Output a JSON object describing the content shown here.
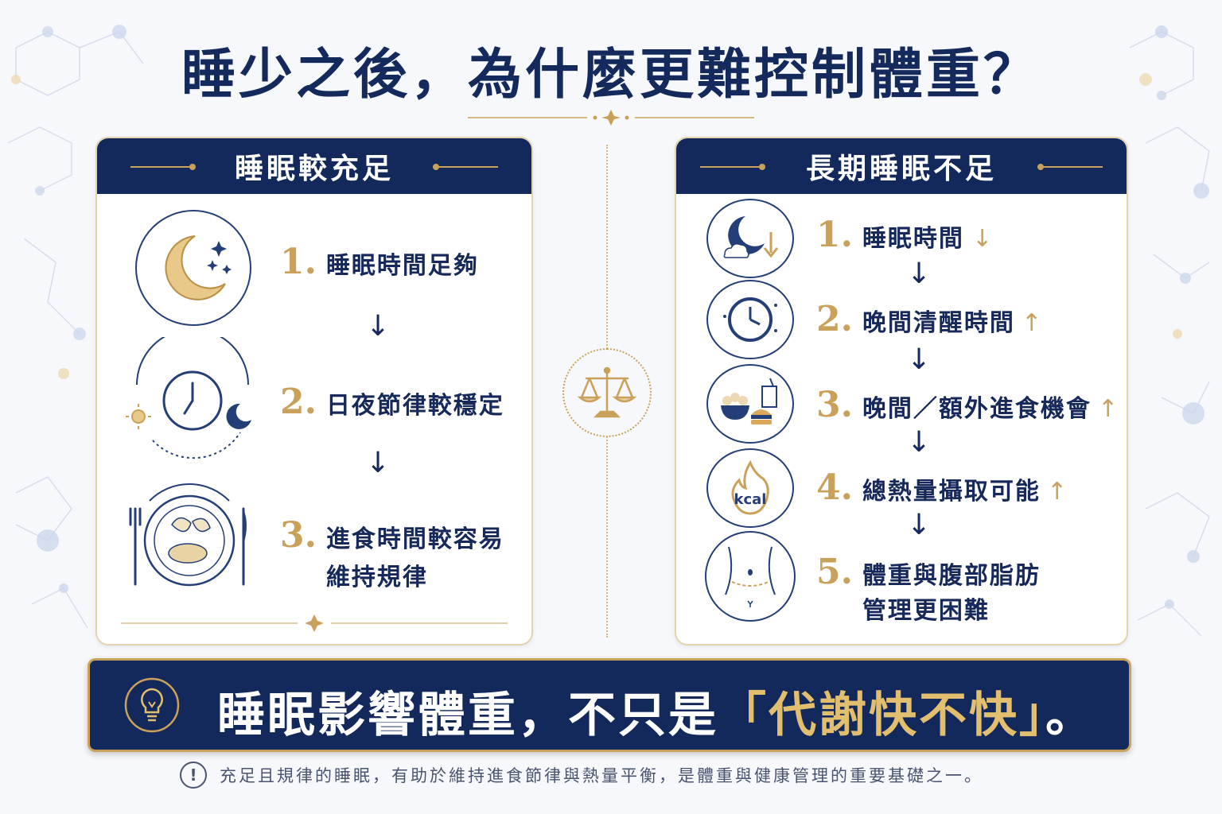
{
  "title": "睡少之後，為什麼更難控制體重？",
  "left_panel": {
    "header": "睡眠較充足",
    "steps": [
      {
        "num": "1.",
        "text": "睡眠時間足夠"
      },
      {
        "num": "2.",
        "text": "日夜節律較穩定"
      },
      {
        "num": "3.",
        "text_line1": "進食時間較容易",
        "text_line2": "維持規律"
      }
    ]
  },
  "right_panel": {
    "header": "長期睡眠不足",
    "steps": [
      {
        "num": "1.",
        "text": "睡眠時間",
        "arrow": "↓"
      },
      {
        "num": "2.",
        "text": "晚間清醒時間",
        "arrow": "↑"
      },
      {
        "num": "3.",
        "text": "晚間／額外進食機會",
        "arrow": "↑"
      },
      {
        "num": "4.",
        "text": "總熱量攝取可能",
        "arrow": "↑"
      },
      {
        "num": "5.",
        "text_line1": "體重與腹部脂肪",
        "text_line2": "管理更困難"
      }
    ],
    "kcal_label": "kcal"
  },
  "arrow_glyph": "↓",
  "banner": {
    "text_main": "睡眠影響體重，不只是",
    "text_highlight": "「代謝快不快」",
    "text_end": "。"
  },
  "note": {
    "icon": "!",
    "text": "充足且規律的睡眠，有助於維持進食節律與熱量平衡，是體重與健康管理的重要基礎之一。"
  },
  "colors": {
    "navy": "#13295c",
    "gold": "#c9a15b",
    "background": "#f7f8fb"
  }
}
